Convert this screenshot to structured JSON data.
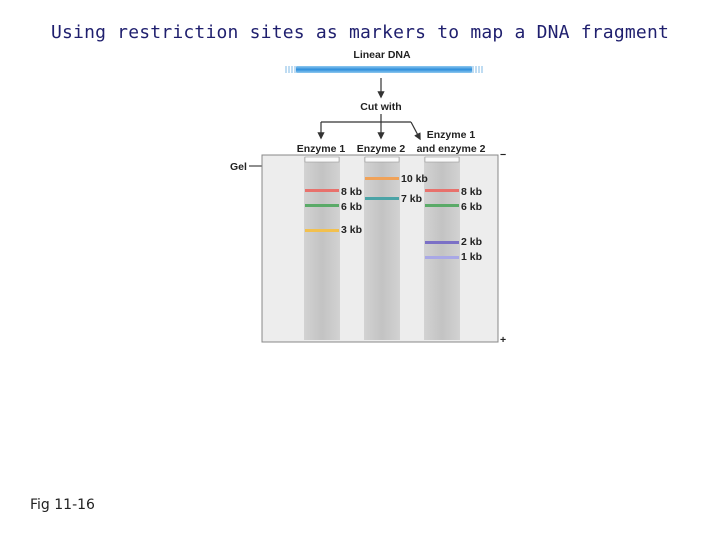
{
  "title": "Using restriction sites as markers to map a DNA fragment",
  "figure_label": "Fig 11-16",
  "diagram": {
    "dna_label": "Linear DNA",
    "cut_label": "Cut with",
    "gel_label": "Gel",
    "neg_sign": "−",
    "pos_sign": "+",
    "lanes": [
      {
        "label": "Enzyme 1",
        "bands": [
          {
            "size": "8 kb",
            "color": "#e8716c"
          },
          {
            "size": "6 kb",
            "color": "#5aaa68"
          },
          {
            "size": "3 kb",
            "color": "#f2c04e"
          }
        ]
      },
      {
        "label": "Enzyme 2",
        "bands": [
          {
            "size": "10 kb",
            "color": "#f0a259"
          },
          {
            "size": "7 kb",
            "color": "#4aa3a6"
          }
        ]
      },
      {
        "label_line1": "Enzyme 1",
        "label_line2": "and enzyme 2",
        "bands": [
          {
            "size": "8 kb",
            "color": "#e8716c"
          },
          {
            "size": "6 kb",
            "color": "#5aaa68"
          },
          {
            "size": "2 kb",
            "color": "#7b70c6"
          },
          {
            "size": "1 kb",
            "color": "#a9a8e6"
          }
        ]
      }
    ]
  }
}
